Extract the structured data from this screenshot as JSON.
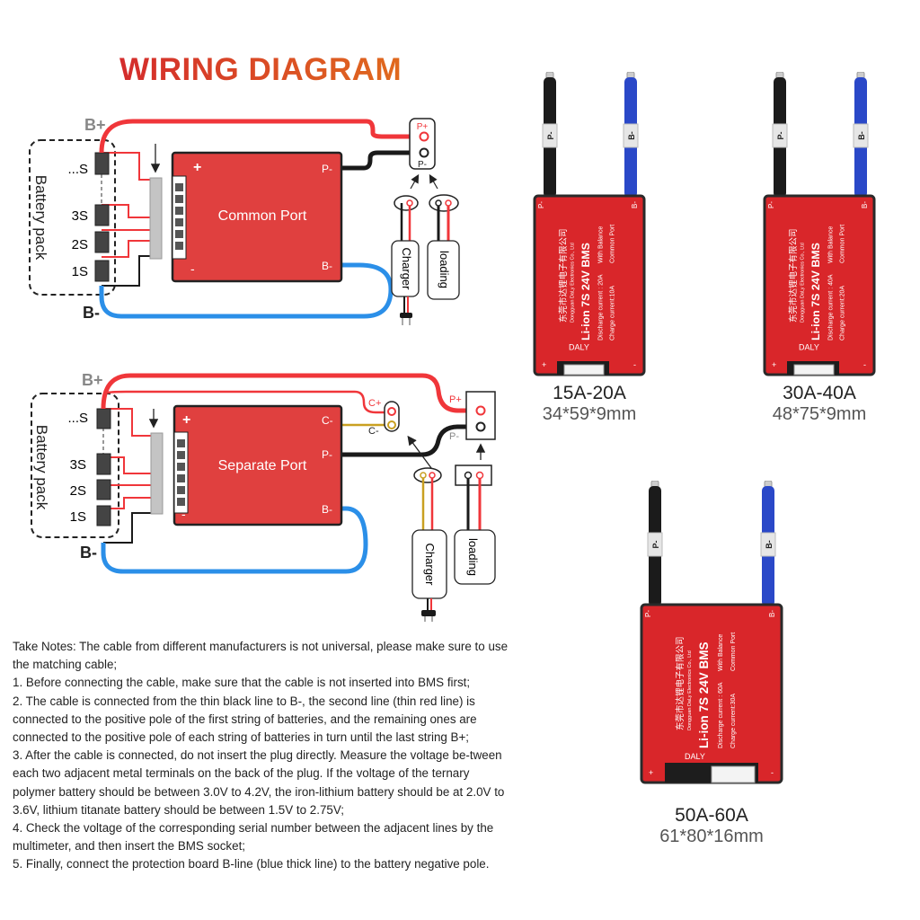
{
  "title": "WIRING DIAGRAM",
  "diagram_common": {
    "battery_pack": "Battery pack",
    "b_plus": "B+",
    "b_minus": "B-",
    "cells": [
      "...S",
      "3S",
      "2S",
      "1S"
    ],
    "board_label": "Common Port",
    "board_plus": "+",
    "board_minus": "-",
    "p_minus": "P-",
    "b_minus_pad": "B-",
    "terminal_p_plus": "P+",
    "terminal_p_minus": "P-",
    "charger": "Charger",
    "loading": "loading"
  },
  "diagram_separate": {
    "battery_pack": "Battery pack",
    "b_plus": "B+",
    "b_minus": "B-",
    "cells": [
      "...S",
      "3S",
      "2S",
      "1S"
    ],
    "board_label": "Separate Port",
    "board_plus": "+",
    "board_minus": "-",
    "c_minus": "C-",
    "p_minus": "P-",
    "b_minus_pad": "B-",
    "terminal_c_plus": "C+",
    "terminal_c_minus": "C-",
    "terminal_p_plus": "P+",
    "terminal_p_minus": "P-",
    "charger": "Charger",
    "loading": "loading"
  },
  "notes": [
    "Take Notes: The cable from different manufacturers is not universal, please make sure to use the matching cable;",
    "1. Before connecting the cable, make sure that the cable is not inserted into BMS first;",
    "2. The cable is connected from the thin black line to B-, the second line (thin red line) is connected to the positive pole of the first string of batteries, and the remaining ones are connected to the positive pole of each string of batteries in turn until the last string B+;",
    "3. After the cable is connected, do not insert the plug directly. Measure the voltage be-tween each two adjacent metal terminals on the back of the plug. If the voltage of the ternary polymer battery should be between 3.0V to 4.2V, the iron-lithium battery should be at 2.0V to 3.6V, lithium titanate battery should be between 1.5V to 2.75V;",
    "4. Check the voltage of the corresponding serial number between the adjacent lines by the multimeter, and then insert the BMS socket;",
    "5. Finally, connect the protection board B-line (blue thick line) to the battery negative pole."
  ],
  "products": [
    {
      "model": "15A-20A",
      "size": "34*59*9mm",
      "wire_p": "P-",
      "wire_b": "B-",
      "pad_p": "P-",
      "pad_b": "B-",
      "plus": "+",
      "minus": "-",
      "company_cn": "东莞市达锂电子有限公司",
      "company_en": "Dongguan DaLy Electronics Co., Ltd",
      "logo": "DALY",
      "name": "Li-ion 7S 24V BMS",
      "discharge": "Discharge current : 20A",
      "charge": "Charge current:10A",
      "balance": "With Balance",
      "port": "Common Port"
    },
    {
      "model": "30A-40A",
      "size": "48*75*9mm",
      "wire_p": "P-",
      "wire_b": "B-",
      "pad_p": "P-",
      "pad_b": "B-",
      "plus": "+",
      "minus": "-",
      "company_cn": "东莞市达锂电子有限公司",
      "company_en": "Dongguan DaLy Electronics Co., Ltd",
      "logo": "DALY",
      "name": "Li-ion 7S 24V BMS",
      "discharge": "Discharge current : 40A",
      "charge": "Charge current:20A",
      "balance": "With Balance",
      "port": "Common Port"
    },
    {
      "model": "50A-60A",
      "size": "61*80*16mm",
      "wire_p": "P-",
      "wire_b": "B-",
      "pad_p": "P-",
      "pad_b": "B-",
      "plus": "+",
      "minus": "-",
      "company_cn": "东莞市达锂电子有限公司",
      "company_en": "Dongguan DaLy Electronics Co., Ltd",
      "logo": "DALY",
      "name": "Li-ion 7S 24V BMS",
      "discharge": "Discharge current : 60A",
      "charge": "Charge current:30A",
      "balance": "With Balance",
      "port": "Common Port"
    }
  ],
  "colors": {
    "board_red": "#e0403f",
    "wire_red": "#f0363a",
    "wire_blue": "#2b8fe8",
    "wire_black": "#1a1a1a",
    "wire_gold": "#c9a021",
    "product_red": "#d9262a",
    "product_blue": "#2a48c8"
  }
}
